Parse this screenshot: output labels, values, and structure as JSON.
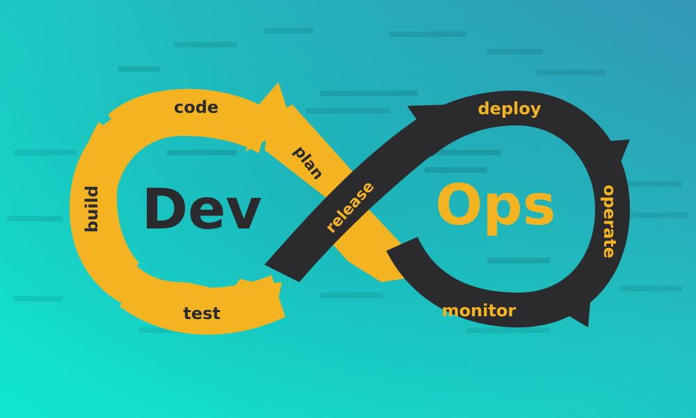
{
  "diagram": {
    "left_word": "Dev",
    "right_word": "Ops",
    "stages": {
      "code": "code",
      "build": "build",
      "test": "test",
      "plan": "plan",
      "release": "release",
      "deploy": "deploy",
      "operate": "operate",
      "monitor": "monitor"
    }
  },
  "colors": {
    "background_start": "#12e3c9",
    "background_end": "#2f9fb7",
    "dev_loop": "#f4b320",
    "ops_loop": "#2b2b2e",
    "code_text": "#0a4d55"
  }
}
